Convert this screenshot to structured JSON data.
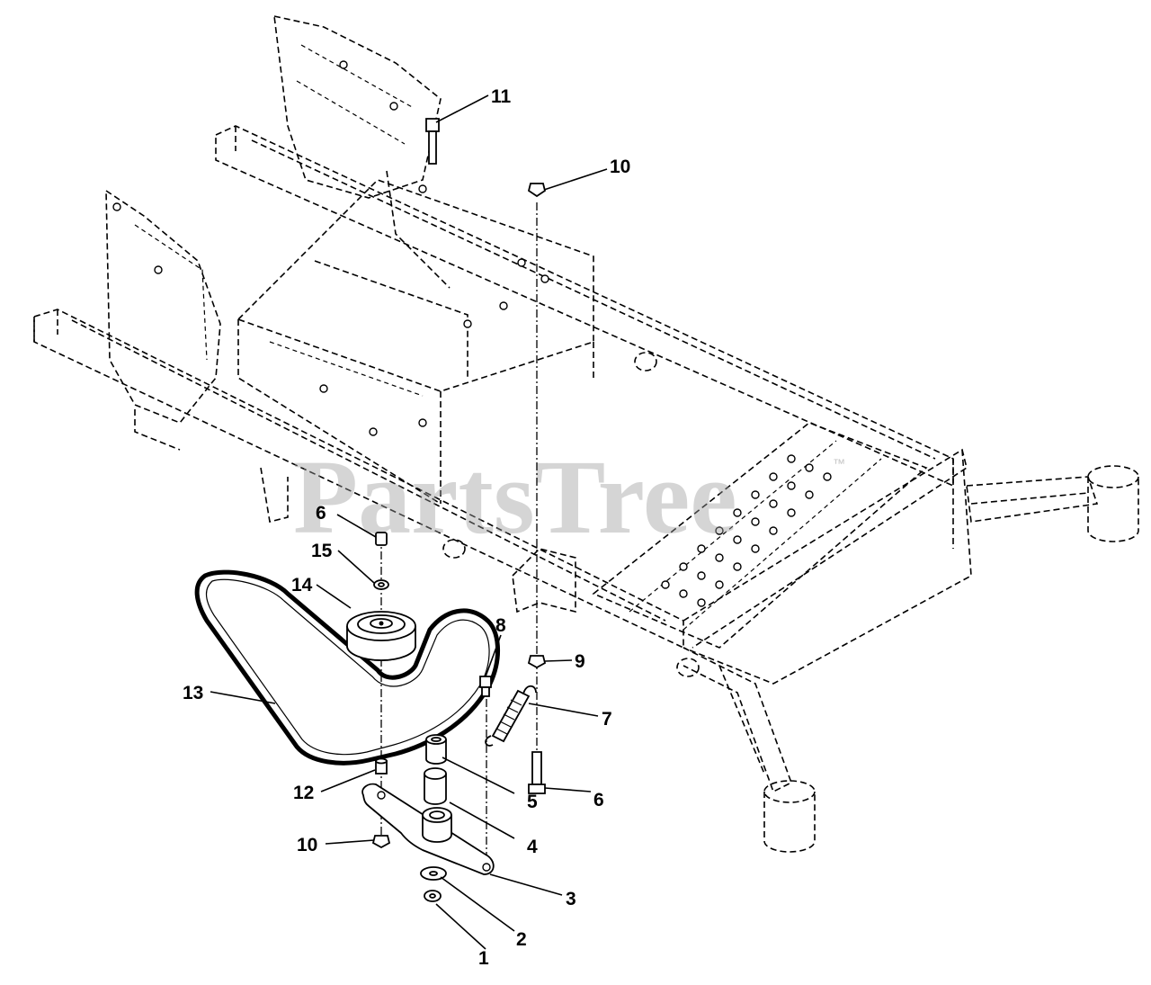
{
  "watermark": {
    "text": "PartsTree",
    "trademark": "™"
  },
  "callouts": [
    {
      "id": "c1",
      "label": "1"
    },
    {
      "id": "c2",
      "label": "2"
    },
    {
      "id": "c3",
      "label": "3"
    },
    {
      "id": "c4",
      "label": "4"
    },
    {
      "id": "c5",
      "label": "5"
    },
    {
      "id": "c6a",
      "label": "6"
    },
    {
      "id": "c6b",
      "label": "6"
    },
    {
      "id": "c7",
      "label": "7"
    },
    {
      "id": "c8",
      "label": "8"
    },
    {
      "id": "c9",
      "label": "9"
    },
    {
      "id": "c10a",
      "label": "10"
    },
    {
      "id": "c10b",
      "label": "10"
    },
    {
      "id": "c11",
      "label": "11"
    },
    {
      "id": "c12",
      "label": "12"
    },
    {
      "id": "c13",
      "label": "13"
    },
    {
      "id": "c14",
      "label": "14"
    },
    {
      "id": "c15",
      "label": "15"
    }
  ]
}
